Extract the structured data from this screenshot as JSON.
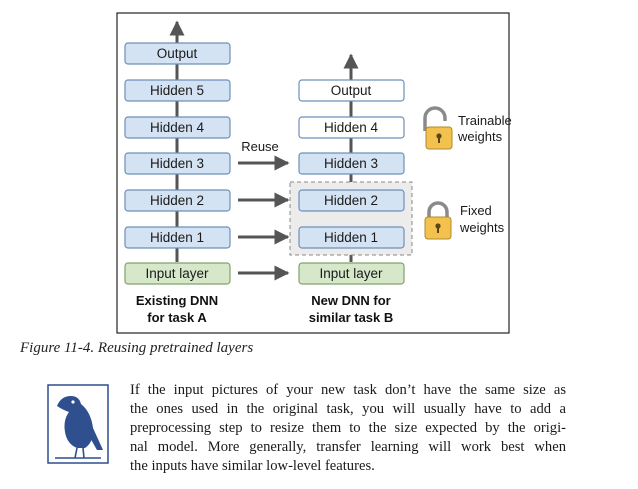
{
  "figure": {
    "existing_layers": [
      "Output",
      "Hidden 5",
      "Hidden 4",
      "Hidden 3",
      "Hidden 2",
      "Hidden 1",
      "Input layer"
    ],
    "new_layers": [
      "Output",
      "Hidden 4",
      "Hidden 3",
      "Hidden 2",
      "Hidden 1",
      "Input layer"
    ],
    "reuse_label": "Reuse",
    "trainable_label": [
      "Trainable",
      "weights"
    ],
    "fixed_label": [
      "Fixed",
      "weights"
    ],
    "existing_caption": [
      "Existing DNN",
      "for task A"
    ],
    "new_caption": [
      "New DNN for",
      "similar task B"
    ]
  },
  "caption": "Figure 11-4. Reusing pretrained layers",
  "note": {
    "lines": [
      "If the input pictures of your new task don’t have the same size as",
      "the ones used in the original task, you will usually have to add a",
      "preprocessing step to resize them to the size expected by the origi-",
      "nal model. More generally, transfer learning will work best when",
      "the inputs have similar low-level features."
    ]
  },
  "colors": {
    "blue_fill": "#d4e3f3",
    "blue_stroke": "#6d8fb8",
    "green_fill": "#d6e8c9",
    "green_stroke": "#7fa36b",
    "arrow": "#555555",
    "lock_body": "#f2c14e",
    "bird": "#2f4f8f"
  }
}
